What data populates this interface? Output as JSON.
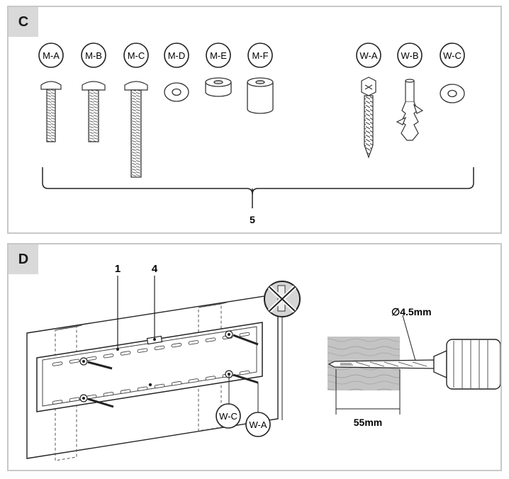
{
  "panel_c": {
    "label": "C",
    "hardware": [
      {
        "code": "M-A"
      },
      {
        "code": "M-B"
      },
      {
        "code": "M-C"
      },
      {
        "code": "M-D"
      },
      {
        "code": "M-E"
      },
      {
        "code": "M-F"
      },
      {
        "code": "W-A"
      },
      {
        "code": "W-B"
      },
      {
        "code": "W-C"
      }
    ],
    "bracket_label": "5"
  },
  "panel_d": {
    "label": "D",
    "callout_1": "1",
    "callout_4": "4",
    "callout_wc": "W-C",
    "callout_wa": "W-A",
    "drill_diameter": "∅4.5mm",
    "drill_depth": "55mm"
  },
  "colors": {
    "panel_border": "#c8c8c8",
    "tag_fill": "#d9d9d9",
    "wood_grey": "#bdbdbd"
  }
}
